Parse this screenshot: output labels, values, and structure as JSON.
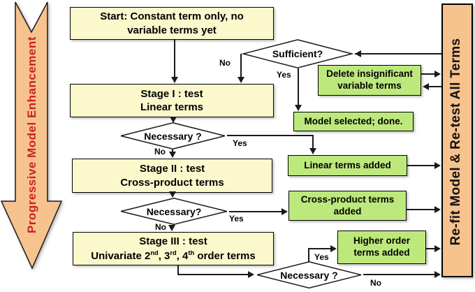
{
  "left_arrow": {
    "label": "Progressive Model Enhancement"
  },
  "right_bar": {
    "label": "Re-fit Model & Re-test All Terms"
  },
  "flow": {
    "start": {
      "line1": "Start: Constant term only, no",
      "line2": "variable terms yet"
    },
    "stage1": {
      "line1": "Stage I : test",
      "line2": "Linear terms"
    },
    "stage2": {
      "line1": "Stage II : test",
      "line2": "Cross-product terms"
    },
    "stage3": {
      "line1": "Stage III : test",
      "line2": {
        "a": "Univariate 2",
        "sup1": "nd",
        "b": ", 3",
        "sup2": "rd",
        "c": ", 4",
        "sup3": "th",
        "d": " order terms"
      }
    }
  },
  "decisions": {
    "sufficient": {
      "label": "Sufficient?"
    },
    "necessary1": {
      "label": "Necessary ?"
    },
    "necessary2": {
      "label": "Necessary?"
    },
    "necessary3": {
      "label": "Necessary ?"
    }
  },
  "actions": {
    "delete_terms": {
      "line1": "Delete insignificant",
      "line2": "variable terms"
    },
    "model_done": {
      "text": "Model selected; done."
    },
    "linear_added": {
      "text": "Linear terms added"
    },
    "crossproduct_added": {
      "line1": "Cross-product terms",
      "line2": "added"
    },
    "higher_added": {
      "line1": "Higher order",
      "line2": "terms added"
    }
  },
  "branch_labels": {
    "sufficient_no": "No",
    "sufficient_yes": "Yes",
    "necessary1_yes": "Yes",
    "necessary1_no": "No",
    "necessary2_yes": "Yes",
    "necessary2_no": "No",
    "necessary3_yes": "Yes",
    "necessary3_no": "No"
  },
  "colors": {
    "box_yellow": "#FBF8CC",
    "box_green": "#BDE97C",
    "banner_peach": "#F6C28E",
    "arrow_text_red": "#CC2222"
  }
}
